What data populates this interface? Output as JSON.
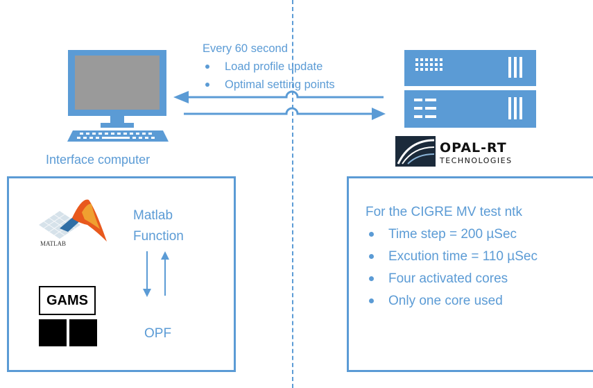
{
  "diagram": {
    "update_interval": "Every 60 second",
    "update_items": [
      "Load profile update",
      "Optimal setting points"
    ],
    "interface_label": "Interface computer",
    "matlab_function": [
      "Matlab",
      "Function"
    ],
    "matlab_logo_text": "MATLAB",
    "gams_label": "GAMS",
    "opf_label": "OPF",
    "opal_logo": {
      "name": "OPAL-RT",
      "tagline": "TECHNOLOGIES"
    },
    "cigre": {
      "heading": "For the CIGRE MV test ntk",
      "items": [
        "Time step = 200 µSec",
        "Excution time = 110 µSec",
        "Four activated cores",
        "Only one core used"
      ]
    }
  },
  "colors": {
    "accent": "#5b9bd5",
    "black": "#000000"
  },
  "icons": [
    "computer-icon",
    "keyboard-icon",
    "server-icon",
    "matlab-logo",
    "opal-rt-logo"
  ]
}
